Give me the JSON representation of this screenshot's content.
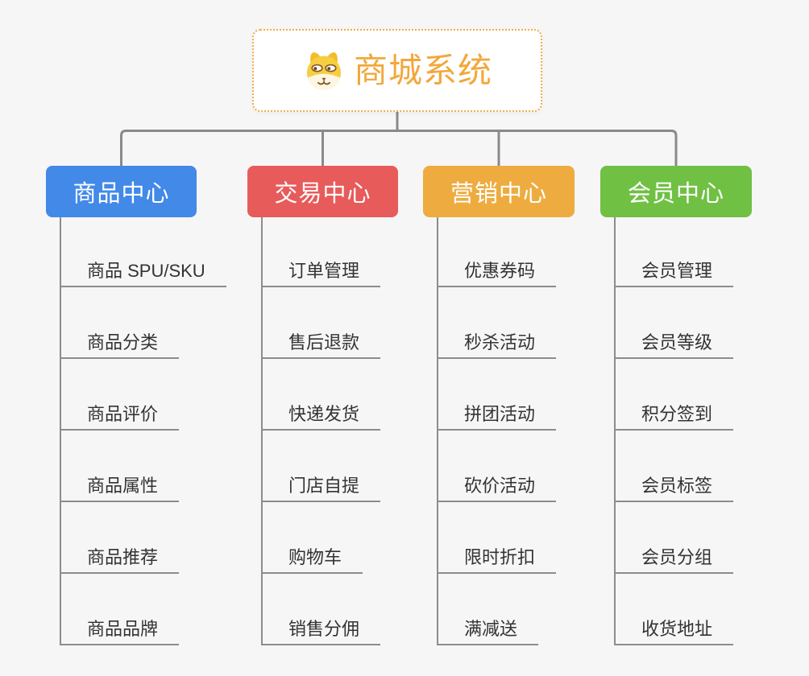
{
  "background": "#f6f6f6",
  "connector_color": "#8a8a8a",
  "root": {
    "title": "商城系统",
    "title_color": "#f2a83c",
    "border_color": "#f0ab4a",
    "icon": "doge-dog-face-icon"
  },
  "branches": [
    {
      "label": "商品中心",
      "color": "#4289e8",
      "children": [
        "商品 SPU/SKU",
        "商品分类",
        "商品评价",
        "商品属性",
        "商品推荐",
        "商品品牌"
      ]
    },
    {
      "label": "交易中心",
      "color": "#e85b5b",
      "children": [
        "订单管理",
        "售后退款",
        "快递发货",
        "门店自提",
        "购物车",
        "销售分佣"
      ]
    },
    {
      "label": "营销中心",
      "color": "#eeac40",
      "children": [
        "优惠券码",
        "秒杀活动",
        "拼团活动",
        "砍价活动",
        "限时折扣",
        "满减送"
      ]
    },
    {
      "label": "会员中心",
      "color": "#70c044",
      "children": [
        "会员管理",
        "会员等级",
        "积分签到",
        "会员标签",
        "会员分组",
        "收货地址"
      ]
    }
  ]
}
